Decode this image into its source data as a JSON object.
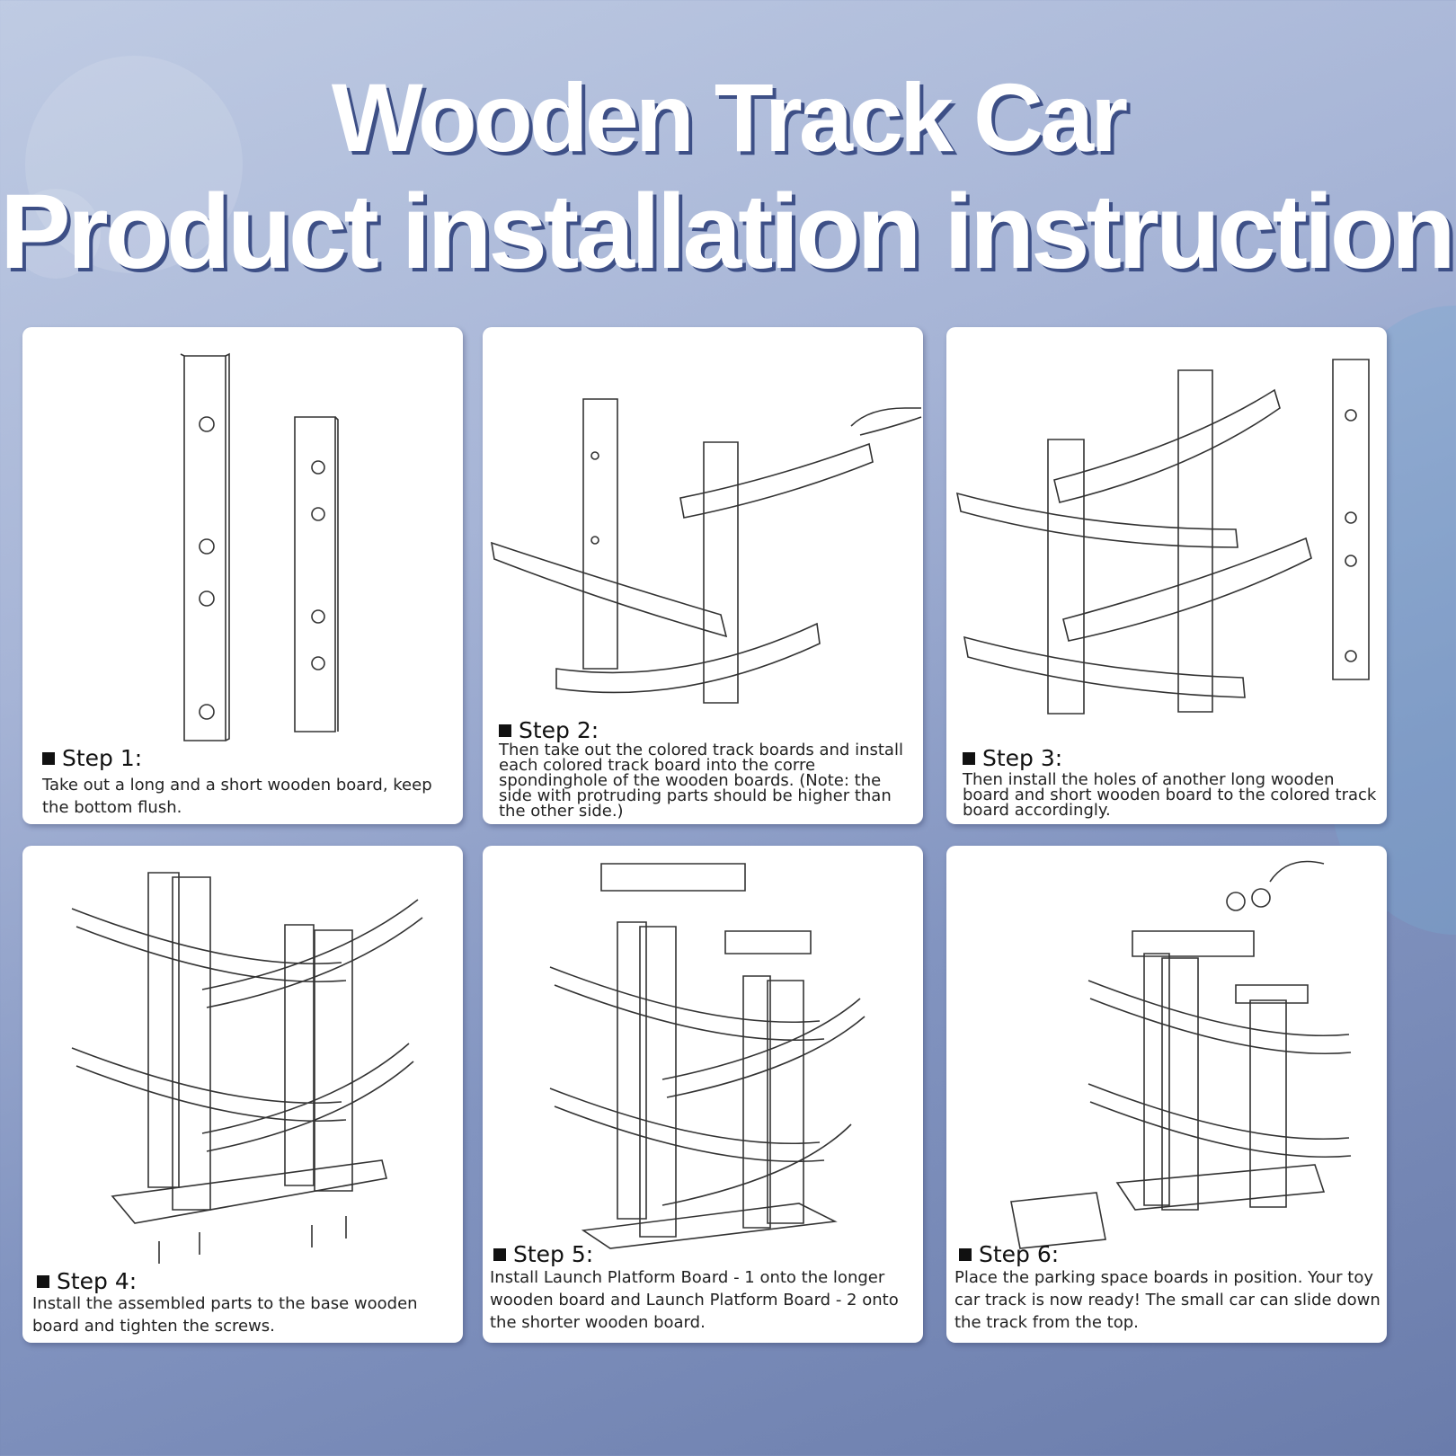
{
  "header": {
    "title_line1": "Wooden Track Car",
    "title_line2": "Product installation instructions"
  },
  "steps": [
    {
      "label": "Step 1:",
      "text": "Take out a long and a short wooden board, keep the bottom flush."
    },
    {
      "label": "Step 2:",
      "text": "Then take out the colored track boards and install each colored track board into the corre spondinghole of the wooden boards.  (Note: the side with protruding parts should be higher than the other side.)"
    },
    {
      "label": "Step 3:",
      "text": "Then install the holes of another long wooden board and short wooden board to the colored track board accordingly."
    },
    {
      "label": "Step 4:",
      "text": "Install the assembled parts to the base wooden board and tighten the screws."
    },
    {
      "label": "Step 5:",
      "text": "Install Launch Platform Board - 1 onto the longer wooden board and Launch Platform Board - 2 onto the shorter wooden board."
    },
    {
      "label": "Step 6:",
      "text": "Place the parking space boards in position. Your toy car track is now ready! The small car can slide down the track from the top."
    }
  ]
}
